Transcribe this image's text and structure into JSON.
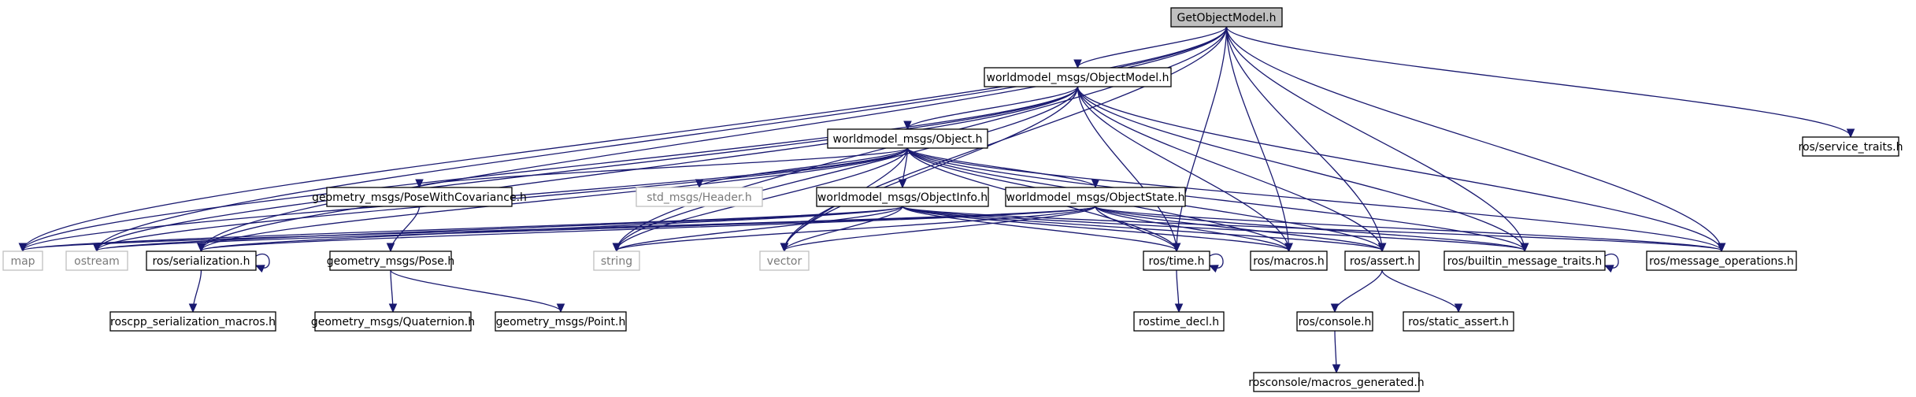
{
  "diagram": {
    "type": "include-dependency-graph",
    "colors": {
      "edge": "#191970",
      "root_fill": "#bfbfbf",
      "node_border": "#000000",
      "external_border": "#bfbfbf",
      "external_text": "#7a7a7a"
    },
    "nodes": [
      {
        "id": "root",
        "label": "GetObjectModel.h",
        "kind": "root"
      },
      {
        "id": "om",
        "label": "worldmodel_msgs/ObjectModel.h",
        "kind": "normal"
      },
      {
        "id": "st",
        "label": "ros/service_traits.h",
        "kind": "normal"
      },
      {
        "id": "obj",
        "label": "worldmodel_msgs/Object.h",
        "kind": "normal"
      },
      {
        "id": "pwc",
        "label": "geometry_msgs/PoseWithCovariance.h",
        "kind": "normal"
      },
      {
        "id": "hdr",
        "label": "std_msgs/Header.h",
        "kind": "external"
      },
      {
        "id": "oi",
        "label": "worldmodel_msgs/ObjectInfo.h",
        "kind": "normal"
      },
      {
        "id": "os",
        "label": "worldmodel_msgs/ObjectState.h",
        "kind": "normal"
      },
      {
        "id": "map",
        "label": "map",
        "kind": "external"
      },
      {
        "id": "ostream",
        "label": "ostream",
        "kind": "external"
      },
      {
        "id": "ser",
        "label": "ros/serialization.h",
        "kind": "normal"
      },
      {
        "id": "pose",
        "label": "geometry_msgs/Pose.h",
        "kind": "normal"
      },
      {
        "id": "string",
        "label": "string",
        "kind": "external"
      },
      {
        "id": "vector",
        "label": "vector",
        "kind": "external"
      },
      {
        "id": "time",
        "label": "ros/time.h",
        "kind": "normal"
      },
      {
        "id": "macros",
        "label": "ros/macros.h",
        "kind": "normal"
      },
      {
        "id": "assert",
        "label": "ros/assert.h",
        "kind": "normal"
      },
      {
        "id": "bmt",
        "label": "ros/builtin_message_traits.h",
        "kind": "normal"
      },
      {
        "id": "mo",
        "label": "ros/message_operations.h",
        "kind": "normal"
      },
      {
        "id": "rsm",
        "label": "roscpp_serialization_macros.h",
        "kind": "normal"
      },
      {
        "id": "quat",
        "label": "geometry_msgs/Quaternion.h",
        "kind": "normal"
      },
      {
        "id": "point",
        "label": "geometry_msgs/Point.h",
        "kind": "normal"
      },
      {
        "id": "rtd",
        "label": "rostime_decl.h",
        "kind": "normal"
      },
      {
        "id": "console",
        "label": "ros/console.h",
        "kind": "normal"
      },
      {
        "id": "sa",
        "label": "ros/static_assert.h",
        "kind": "normal"
      },
      {
        "id": "mg",
        "label": "rosconsole/macros_generated.h",
        "kind": "normal"
      }
    ],
    "edges": [
      [
        "root",
        "om"
      ],
      [
        "root",
        "st"
      ],
      [
        "root",
        "map"
      ],
      [
        "root",
        "ostream"
      ],
      [
        "root",
        "ser"
      ],
      [
        "root",
        "string"
      ],
      [
        "root",
        "vector"
      ],
      [
        "root",
        "time"
      ],
      [
        "root",
        "macros"
      ],
      [
        "root",
        "assert"
      ],
      [
        "root",
        "bmt"
      ],
      [
        "root",
        "mo"
      ],
      [
        "om",
        "obj"
      ],
      [
        "om",
        "map"
      ],
      [
        "om",
        "ostream"
      ],
      [
        "om",
        "ser"
      ],
      [
        "om",
        "string"
      ],
      [
        "om",
        "vector"
      ],
      [
        "om",
        "time"
      ],
      [
        "om",
        "macros"
      ],
      [
        "om",
        "assert"
      ],
      [
        "om",
        "bmt"
      ],
      [
        "om",
        "mo"
      ],
      [
        "obj",
        "pwc"
      ],
      [
        "obj",
        "hdr"
      ],
      [
        "obj",
        "oi"
      ],
      [
        "obj",
        "os"
      ],
      [
        "obj",
        "map"
      ],
      [
        "obj",
        "ostream"
      ],
      [
        "obj",
        "ser"
      ],
      [
        "obj",
        "string"
      ],
      [
        "obj",
        "vector"
      ],
      [
        "obj",
        "time"
      ],
      [
        "obj",
        "macros"
      ],
      [
        "obj",
        "assert"
      ],
      [
        "obj",
        "bmt"
      ],
      [
        "obj",
        "mo"
      ],
      [
        "pwc",
        "pose"
      ],
      [
        "pose",
        "quat"
      ],
      [
        "pose",
        "point"
      ],
      [
        "oi",
        "map"
      ],
      [
        "oi",
        "ostream"
      ],
      [
        "oi",
        "ser"
      ],
      [
        "oi",
        "string"
      ],
      [
        "oi",
        "vector"
      ],
      [
        "oi",
        "time"
      ],
      [
        "oi",
        "macros"
      ],
      [
        "oi",
        "assert"
      ],
      [
        "oi",
        "bmt"
      ],
      [
        "oi",
        "mo"
      ],
      [
        "os",
        "map"
      ],
      [
        "os",
        "ostream"
      ],
      [
        "os",
        "ser"
      ],
      [
        "os",
        "string"
      ],
      [
        "os",
        "vector"
      ],
      [
        "os",
        "time"
      ],
      [
        "os",
        "macros"
      ],
      [
        "os",
        "assert"
      ],
      [
        "os",
        "bmt"
      ],
      [
        "os",
        "mo"
      ],
      [
        "ser",
        "ser"
      ],
      [
        "ser",
        "rsm"
      ],
      [
        "time",
        "time"
      ],
      [
        "time",
        "rtd"
      ],
      [
        "assert",
        "console"
      ],
      [
        "assert",
        "sa"
      ],
      [
        "console",
        "mg"
      ],
      [
        "bmt",
        "bmt"
      ]
    ]
  }
}
